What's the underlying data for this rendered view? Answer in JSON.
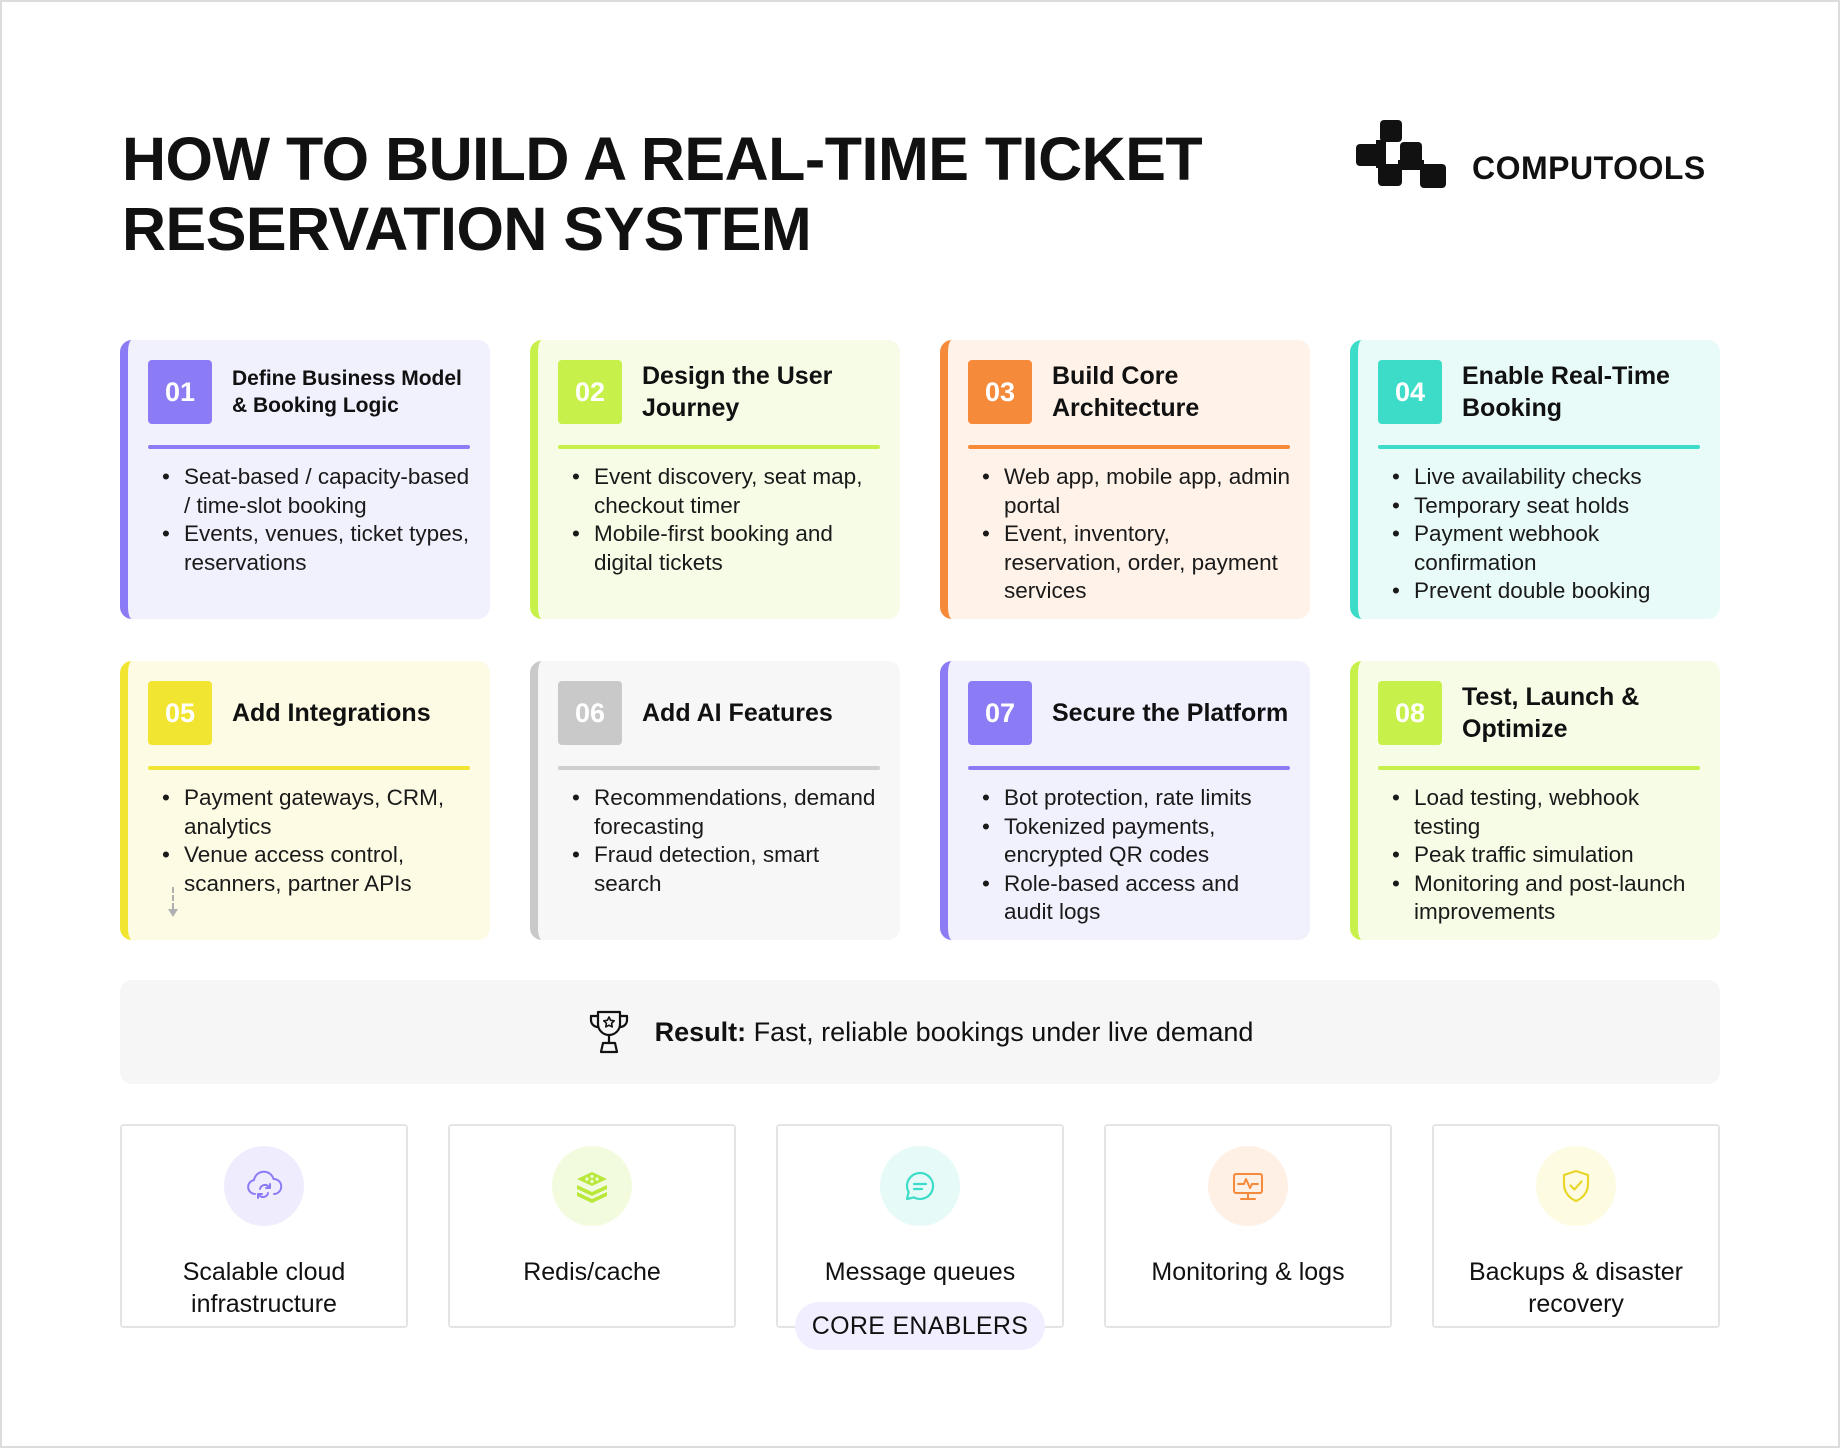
{
  "title": {
    "line1": "HOW TO BUILD A REAL-TIME TICKET",
    "line2": "RESERVATION SYSTEM"
  },
  "brand": {
    "name": "COMPUTOOLS",
    "icon": "computools-logo-icon"
  },
  "steps": [
    {
      "num": "01",
      "title": "Define Business Model & Booking Logic",
      "color": "#8b7cf6",
      "bg": "#f1f0fd",
      "bullets": [
        "Seat-based / capacity-based / time-slot booking",
        "Events, venues, ticket types, reservations"
      ]
    },
    {
      "num": "02",
      "title": "Design the User Journey",
      "color": "#c8f04a",
      "bg": "#f6fce6",
      "bullets": [
        "Event discovery, seat map, checkout timer",
        "Mobile-first booking and digital tickets"
      ]
    },
    {
      "num": "03",
      "title": "Build Core Architecture",
      "color": "#f58a3a",
      "bg": "#fff2e8",
      "bullets": [
        "Web app, mobile app, admin portal",
        "Event, inventory, reservation, order, payment services"
      ]
    },
    {
      "num": "04",
      "title": "Enable Real-Time Booking",
      "color": "#3ddcc8",
      "bg": "#e8fbf8",
      "bullets": [
        "Live availability checks",
        "Temporary seat holds",
        "Payment webhook confirmation",
        "Prevent double booking"
      ]
    },
    {
      "num": "05",
      "title": "Add Integrations",
      "color": "#f2e531",
      "bg": "#fdfbe4",
      "bullets": [
        "Payment gateways, CRM, analytics",
        "Venue access control, scanners, partner APIs"
      ]
    },
    {
      "num": "06",
      "title": "Add AI Features",
      "color": "#c9c9c9",
      "bg": "#f7f7f7",
      "bullets": [
        "Recommendations, demand forecasting",
        "Fraud detection, smart search"
      ]
    },
    {
      "num": "07",
      "title": "Secure the Platform",
      "color": "#8b7cf6",
      "bg": "#f1f0fd",
      "bullets": [
        "Bot protection, rate limits",
        "Tokenized payments, encrypted QR codes",
        "Role-based access and audit logs"
      ]
    },
    {
      "num": "08",
      "title": "Test, Launch & Optimize",
      "color": "#c8f04a",
      "bg": "#f6fce6",
      "bullets": [
        "Load testing, webhook testing",
        "Peak traffic simulation",
        "Monitoring and post-launch improvements"
      ]
    }
  ],
  "result": {
    "label": "Result:",
    "text": " Fast, reliable bookings under live demand",
    "icon": "trophy-icon"
  },
  "enablers": [
    {
      "label": "Scalable cloud infrastructure",
      "icon": "cloud-sync-icon",
      "color": "#8b7cf6",
      "bg": "#efedfd"
    },
    {
      "label": "Redis/cache",
      "icon": "layers-icon",
      "color": "#b7e83a",
      "bg": "#f3fbdf"
    },
    {
      "label": "Message queues",
      "icon": "chat-bubble-icon",
      "color": "#3ddcc8",
      "bg": "#e6faf7"
    },
    {
      "label": "Monitoring & logs",
      "icon": "monitor-pulse-icon",
      "color": "#f58a3a",
      "bg": "#fff0e6"
    },
    {
      "label": "Backups & disaster recovery",
      "icon": "shield-check-icon",
      "color": "#e8d62a",
      "bg": "#fdfbe2"
    }
  ],
  "core_label": "CORE ENABLERS"
}
